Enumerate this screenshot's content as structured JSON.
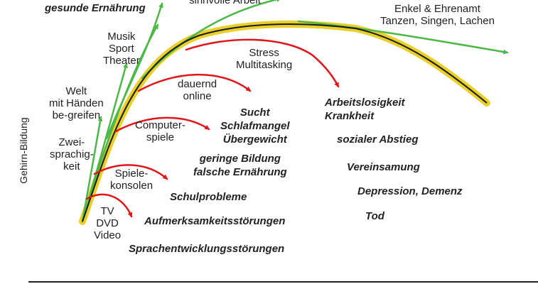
{
  "diagram": {
    "y_axis_label": "Gehirn-Bildung",
    "colors": {
      "main_curve": "#1a1a1a",
      "highlight": "#e8cf2a",
      "positive_arrow": "#4db848",
      "negative_arrow": "#e0161b",
      "axis": "#222222"
    },
    "positive_labels": [
      {
        "id": "gesunde-ernaehrung",
        "text": "gesunde Ernährung"
      },
      {
        "id": "sinnvolle-arbeit",
        "text": "sinnvolle Arbeit"
      },
      {
        "id": "enkel",
        "lines": [
          "Enkel & Ehrenamt",
          "Tanzen, Singen, Lachen"
        ]
      },
      {
        "id": "musik",
        "lines": [
          "Musik",
          "Sport",
          "Theater"
        ]
      },
      {
        "id": "welt",
        "lines": [
          "Welt",
          "mit Händen",
          "be-greifen"
        ]
      },
      {
        "id": "zwei",
        "lines": [
          "Zwei-",
          "sprachig-",
          "keit"
        ]
      }
    ],
    "influence_labels": [
      {
        "id": "stress",
        "lines": [
          "Stress",
          "Multitasking"
        ]
      },
      {
        "id": "dauernd",
        "lines": [
          "dauernd",
          "online"
        ]
      },
      {
        "id": "computer",
        "lines": [
          "Computer-",
          "spiele"
        ]
      },
      {
        "id": "spielekonsolen",
        "lines": [
          "Spiele-",
          "konsolen"
        ]
      },
      {
        "id": "tv",
        "lines": [
          "TV",
          "DVD",
          "Video"
        ]
      }
    ],
    "consequence_labels": [
      {
        "id": "arbeitslosigkeit",
        "lines": [
          "Arbeitslosigkeit",
          "Krankheit"
        ]
      },
      {
        "id": "sucht",
        "lines": [
          "Sucht",
          "Schlafmangel",
          "Übergewicht"
        ]
      },
      {
        "id": "sozialer-abstieg",
        "text": "sozialer Abstieg"
      },
      {
        "id": "geringe-bildung",
        "lines": [
          "geringe Bildung",
          "falsche Ernährung"
        ]
      },
      {
        "id": "vereinsamung",
        "text": "Vereinsamung"
      },
      {
        "id": "depression",
        "text": "Depression, Demenz"
      },
      {
        "id": "schulprobleme",
        "text": "Schulprobleme"
      },
      {
        "id": "tod",
        "text": "Tod"
      },
      {
        "id": "aufmerksamkeit",
        "text": "Aufmerksamkeitsstörungen"
      },
      {
        "id": "sprachentwicklung",
        "text": "Sprachentwicklungsstörungen"
      }
    ]
  }
}
